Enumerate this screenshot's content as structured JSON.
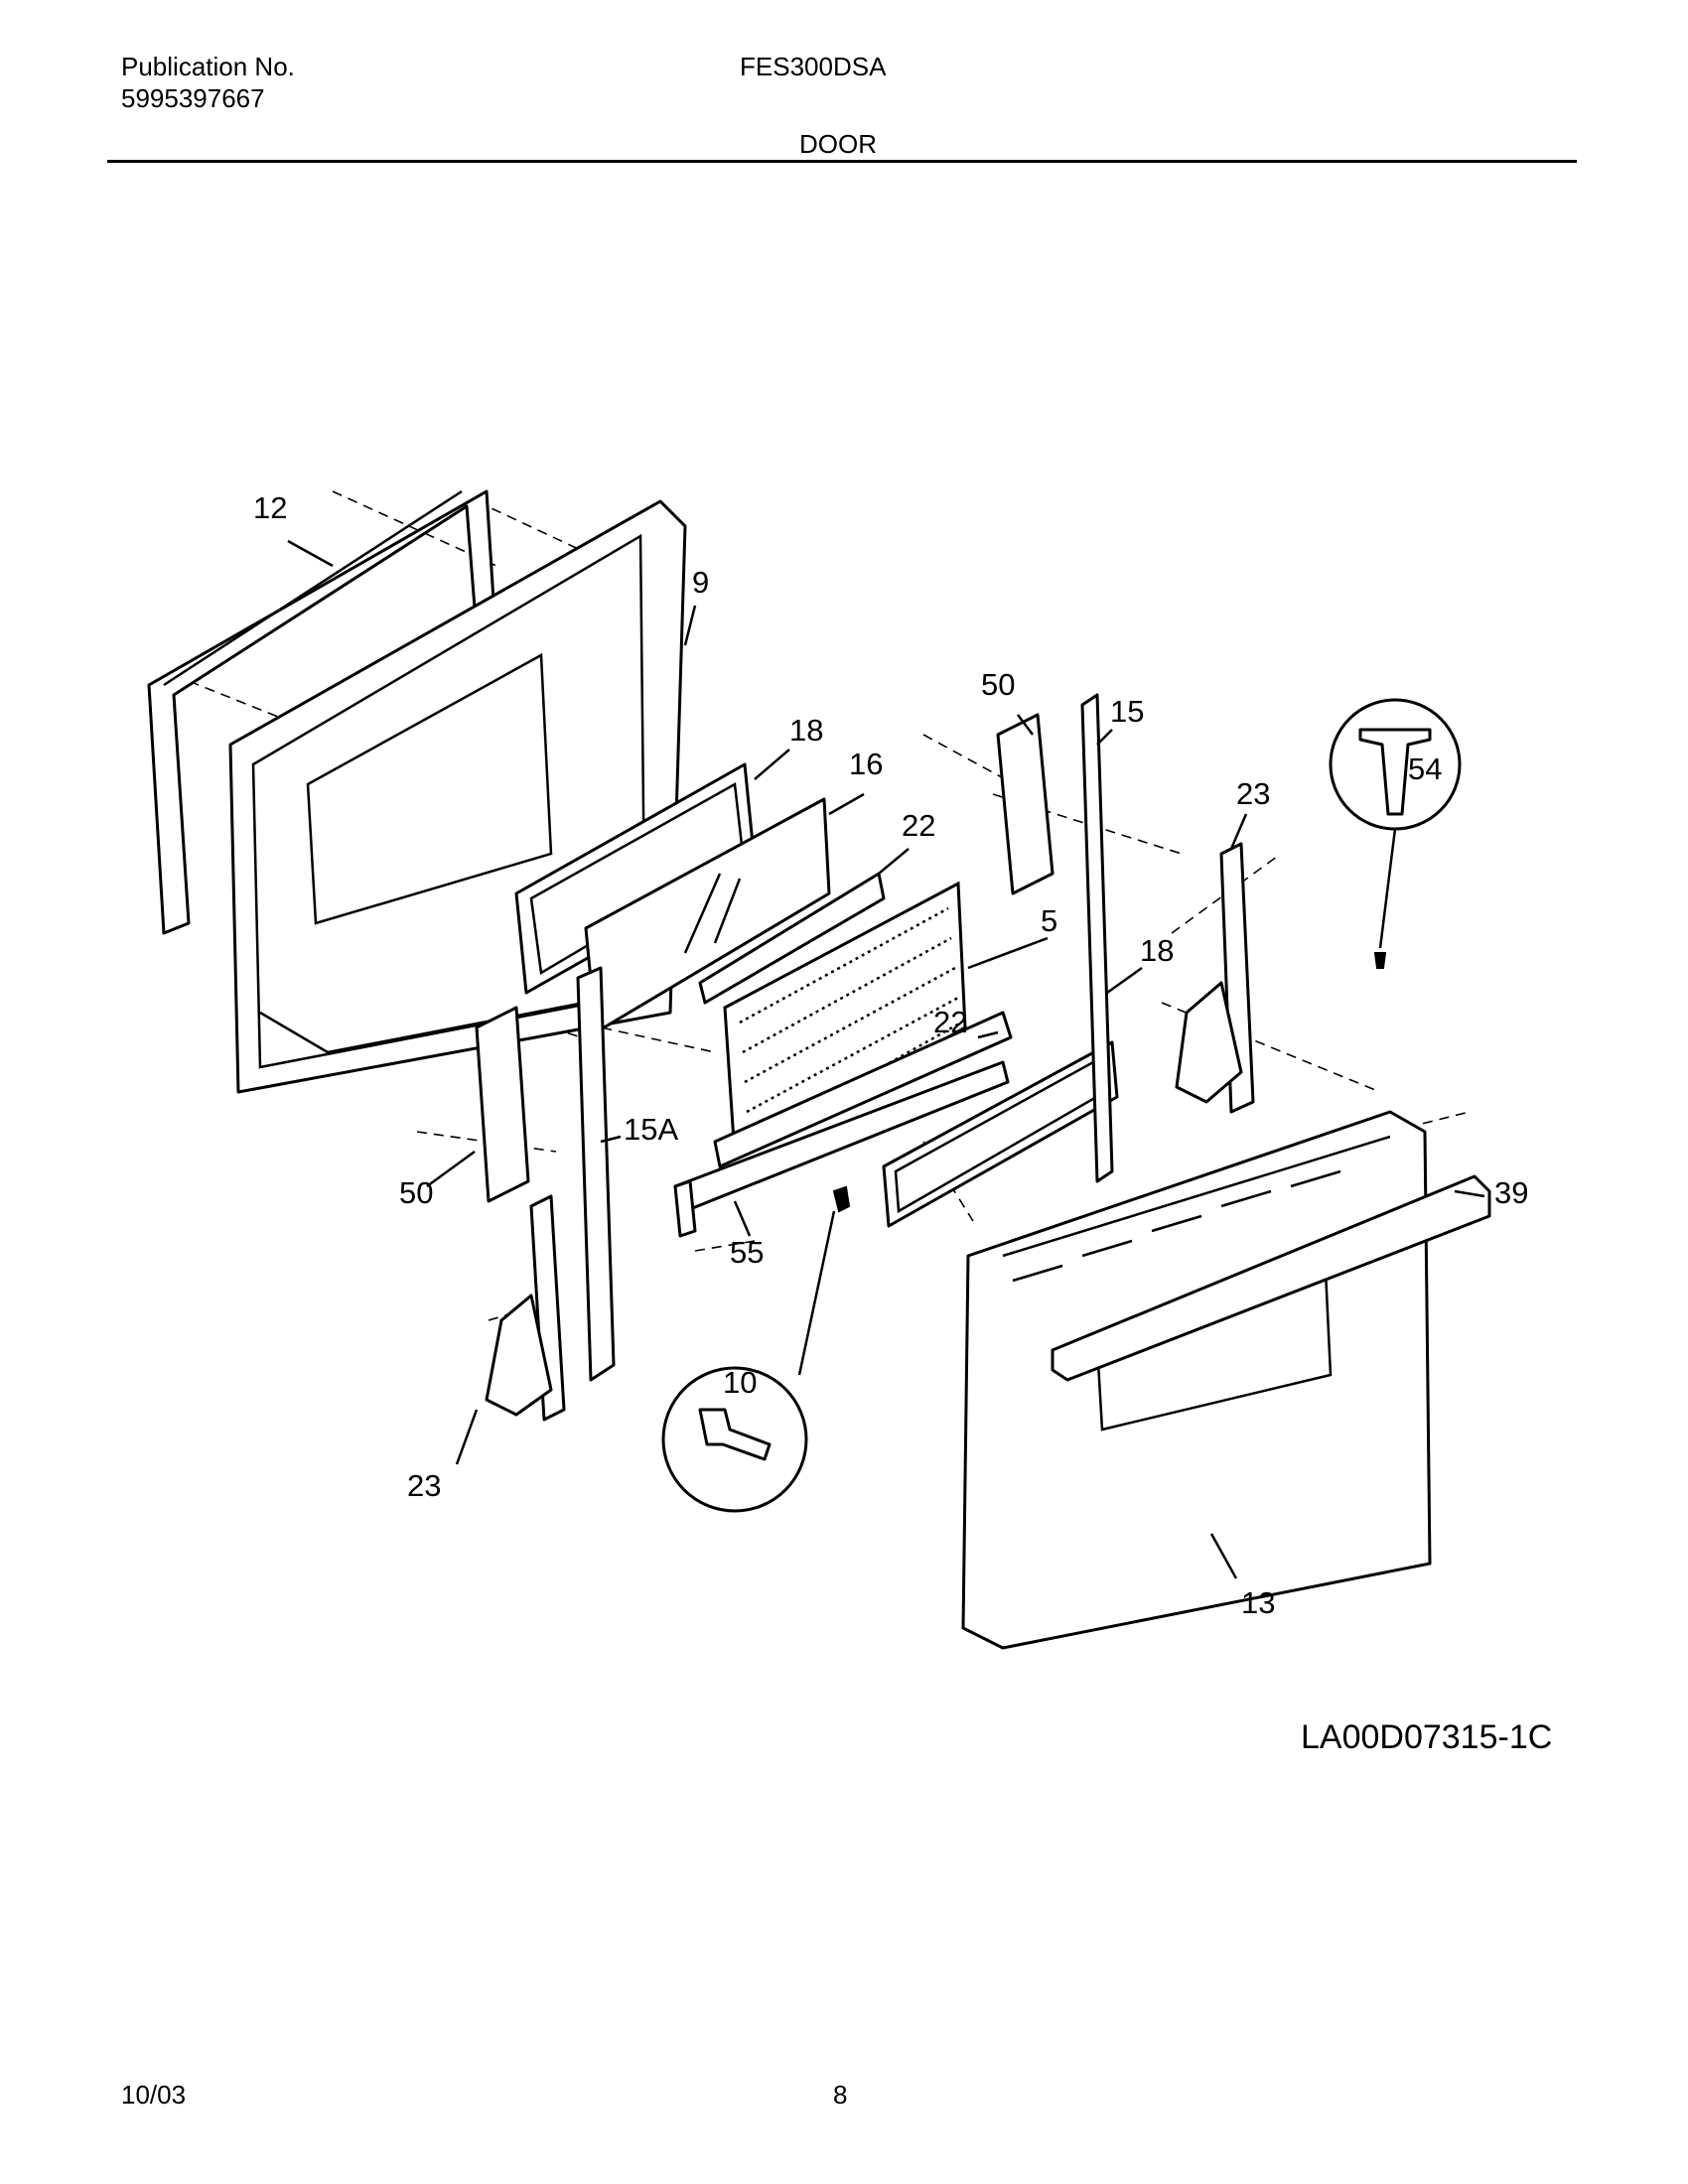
{
  "header": {
    "publication_label": "Publication No.",
    "publication_number": "5995397667",
    "model": "FES300DSA",
    "section": "DOOR"
  },
  "diagram": {
    "drawing_id": "LA00D07315-1C",
    "callouts": [
      "12",
      "9",
      "18",
      "16",
      "22",
      "5",
      "50",
      "15",
      "23",
      "54",
      "18",
      "22",
      "15A",
      "50",
      "55",
      "39",
      "10",
      "23",
      "13"
    ]
  },
  "footer": {
    "date": "10/03",
    "page": "8"
  }
}
